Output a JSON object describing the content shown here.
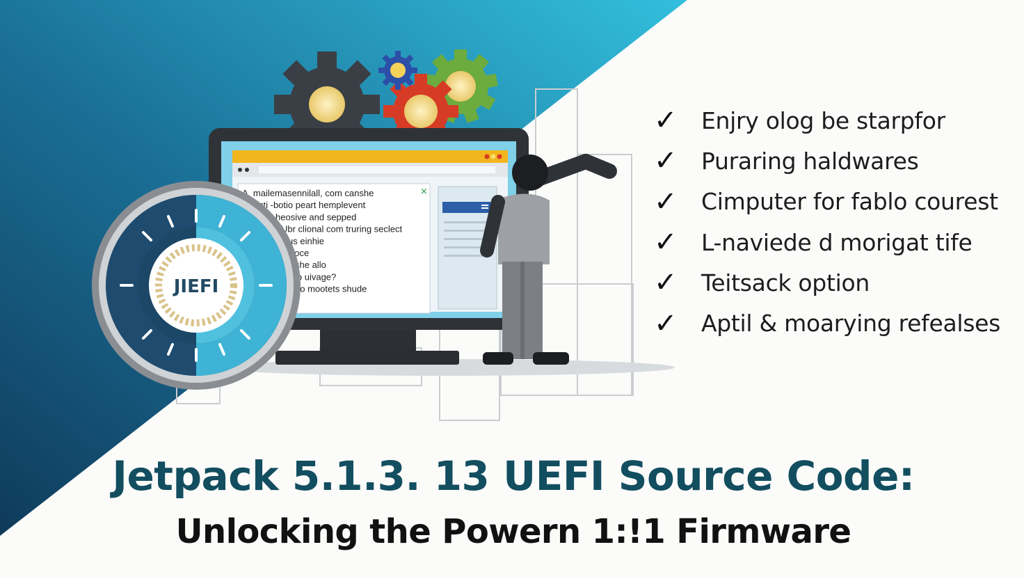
{
  "badge": {
    "label": "JIEFI"
  },
  "dialog": {
    "lines": [
      "A. mailemasennilall, com canshe",
      "sti -botio peart hemplevent",
      "heosive and sepped",
      "Ubr clional com truring seclect",
      "us einhie",
      "aoce",
      "she allo",
      "lo uivage?",
      "oo mootets shude"
    ],
    "close_glyph": "×"
  },
  "checklist": {
    "mark": "✓",
    "items": [
      "Enjry olog be starpfor",
      "Puraring haldwares",
      "Cimputer for fablo courest",
      "L-naviede d morigat tife",
      "Teitsack option",
      "Aptil & moarying refealses"
    ]
  },
  "headline": "Jetpack 5.1.3. 13 UEFI Source Code:",
  "subtitle": "Unlocking the Powern 1:!1 Firmware",
  "colors": {
    "gradient_dark": "#123e5f",
    "gradient_light": "#29b1d2",
    "headline": "#124e5f",
    "gear_dark": "#3a3f45",
    "gear_blue": "#2c4fa8",
    "gear_red": "#d63b26",
    "gear_green": "#6cab3e",
    "window_bar": "#f2b51d"
  }
}
